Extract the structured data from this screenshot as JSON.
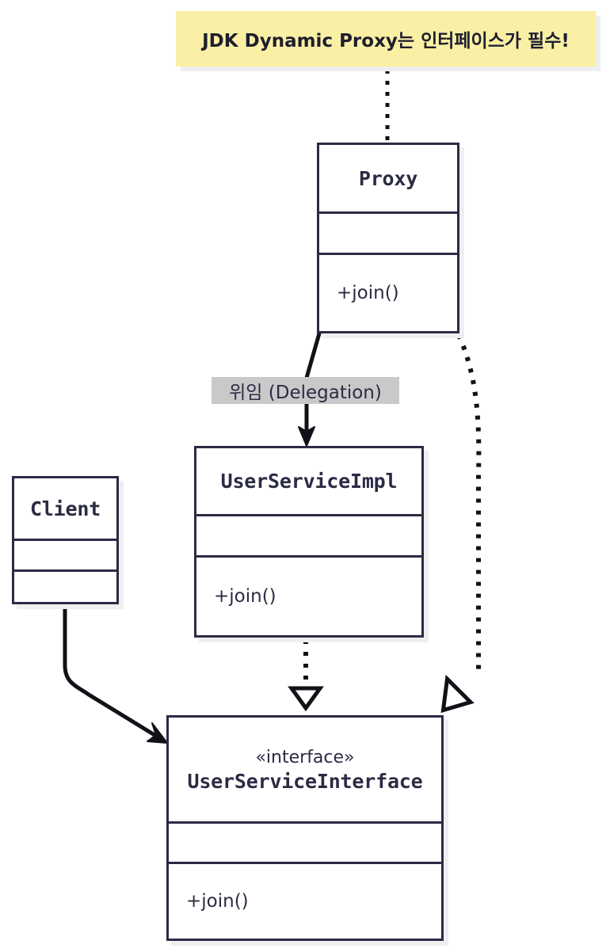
{
  "diagram": {
    "type": "uml-class-diagram",
    "title_note": {
      "text": "JDK Dynamic Proxy는 인터페이스가 필수!",
      "fill": "#faf0a5",
      "border": "#f7c51e"
    },
    "colors": {
      "stroke": "#2b2b45",
      "box_fill": "#ffffff",
      "shadow": "#efefef",
      "label_fill": "#c9c9c9",
      "note_fill": "#faf0a5",
      "note_border": "#f7c51e"
    },
    "classes": [
      {
        "id": "proxy",
        "name": "Proxy",
        "stereotype": "",
        "attributes": [],
        "methods": [
          "+join()"
        ]
      },
      {
        "id": "user-service-impl",
        "name": "UserServiceImpl",
        "stereotype": "",
        "attributes": [],
        "methods": [
          "+join()"
        ]
      },
      {
        "id": "client",
        "name": "Client",
        "stereotype": "",
        "attributes": [],
        "methods": []
      },
      {
        "id": "user-service-interface",
        "name": "UserServiceInterface",
        "stereotype": "«interface»",
        "attributes": [],
        "methods": [
          "+join()"
        ]
      }
    ],
    "edges": [
      {
        "id": "note-to-proxy",
        "from": "note",
        "to": "proxy",
        "style": "dotted",
        "arrow": "none",
        "label": ""
      },
      {
        "id": "proxy-to-impl",
        "from": "proxy",
        "to": "user-service-impl",
        "style": "solid",
        "arrow": "filled-open",
        "label": "위임 (Delegation)"
      },
      {
        "id": "proxy-realizes-interface",
        "from": "proxy",
        "to": "user-service-interface",
        "style": "dotted",
        "arrow": "hollow-triangle",
        "label": ""
      },
      {
        "id": "impl-realizes-interface",
        "from": "user-service-impl",
        "to": "user-service-interface",
        "style": "dotted",
        "arrow": "hollow-triangle",
        "label": ""
      },
      {
        "id": "client-to-interface",
        "from": "client",
        "to": "user-service-interface",
        "style": "solid",
        "arrow": "open",
        "label": ""
      }
    ]
  }
}
